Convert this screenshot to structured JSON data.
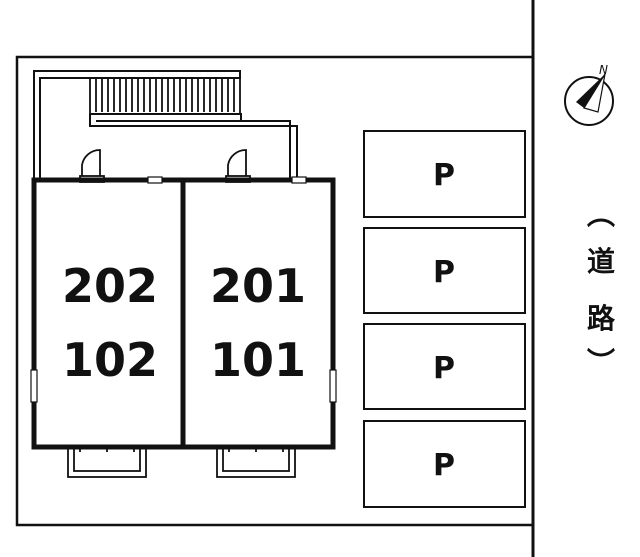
{
  "units": [
    {
      "upper": "202",
      "lower": "102"
    },
    {
      "upper": "201",
      "lower": "101"
    }
  ],
  "parking": [
    "P",
    "P",
    "P",
    "P"
  ],
  "road": {
    "paren_open": "︵",
    "chars": [
      "道",
      "路"
    ],
    "paren_close": "︶"
  },
  "compass": {
    "north_label": "N"
  }
}
